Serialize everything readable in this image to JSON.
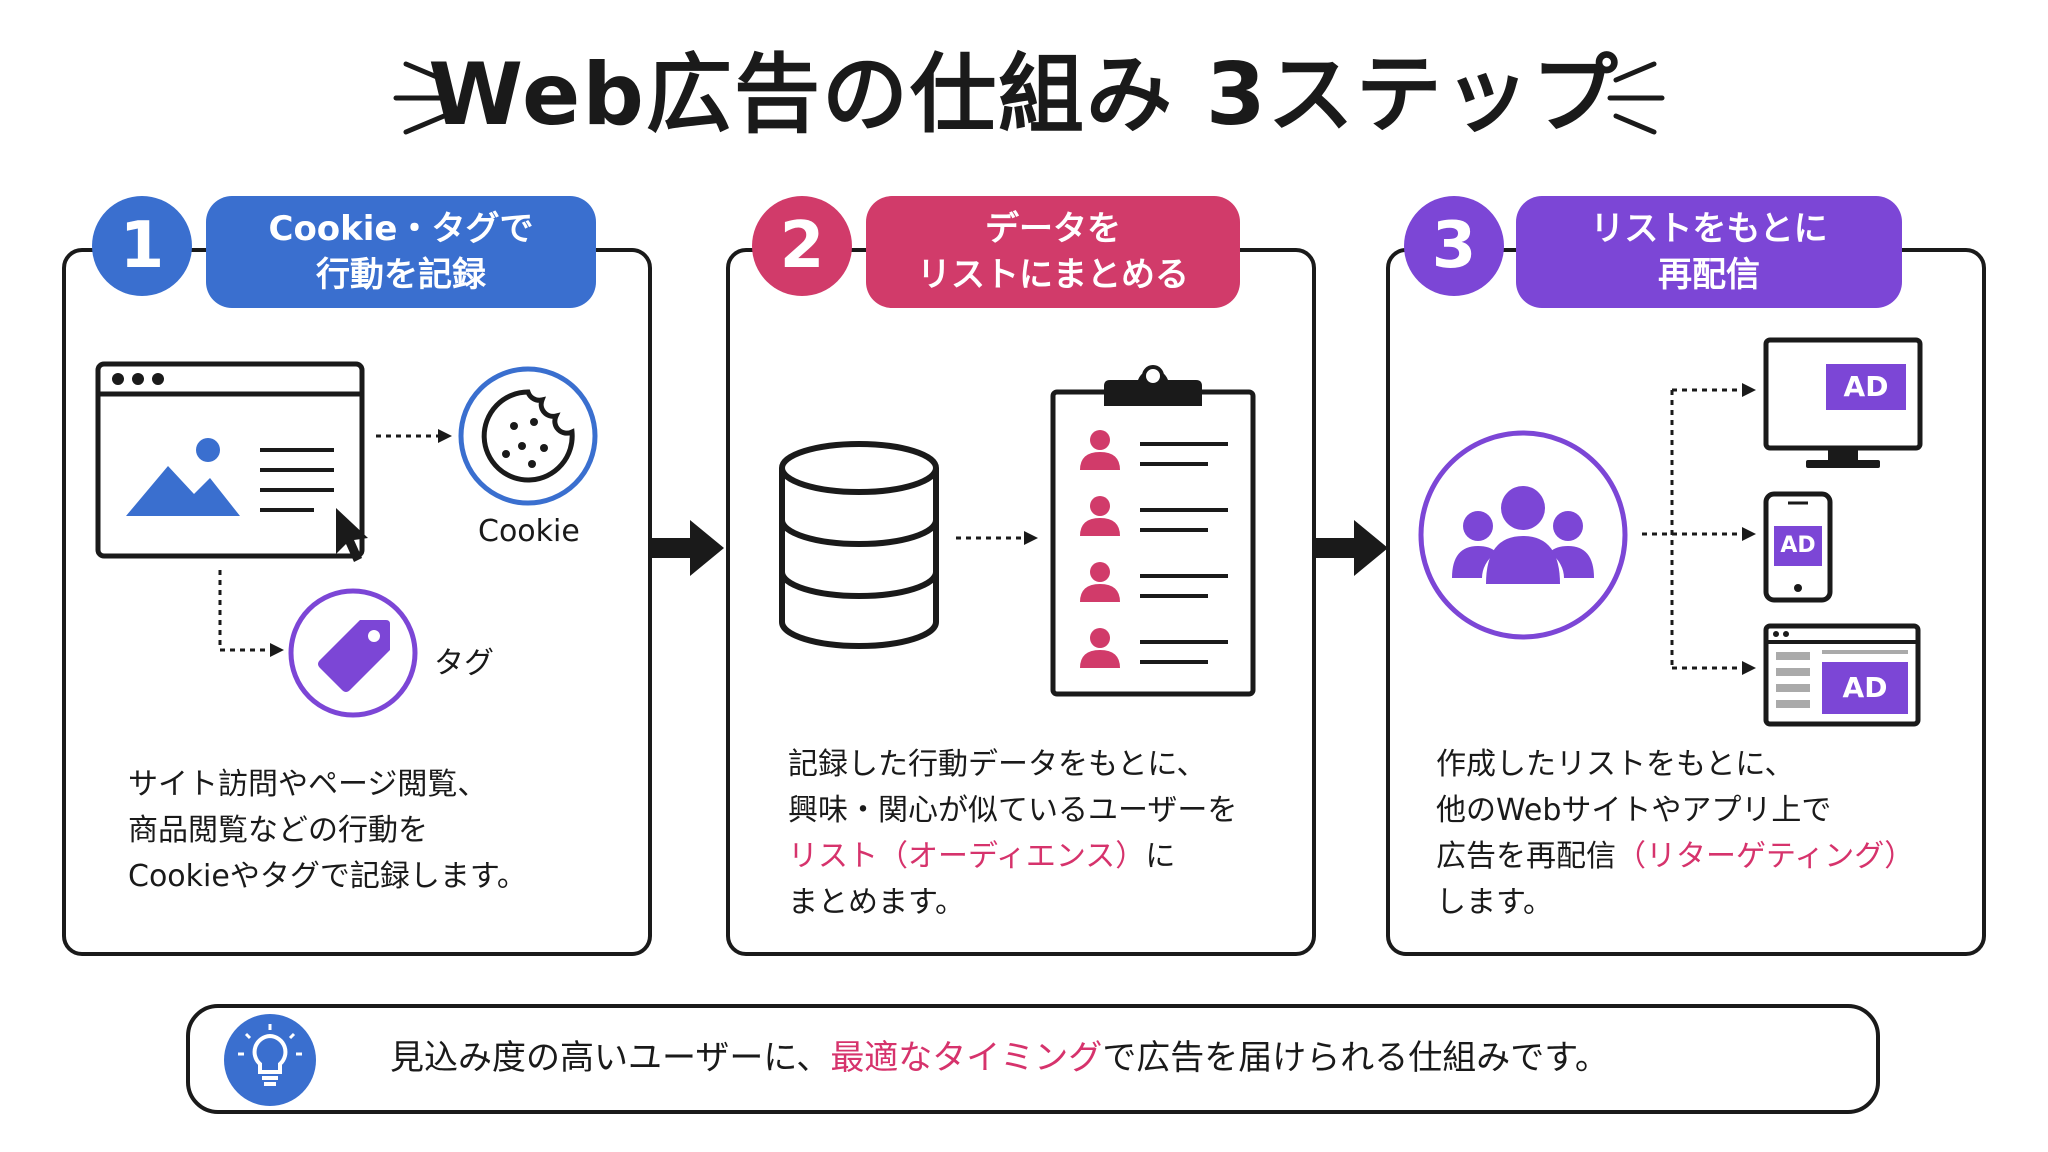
{
  "title": "Web広告の仕組み 3ステップ",
  "colors": {
    "step1": "#3a6fcf",
    "step2": "#d13b6a",
    "step3": "#7c46d6",
    "accent_pink": "#d6336c"
  },
  "steps": [
    {
      "number": "1",
      "label_line1": "Cookie・タグで",
      "label_line2": "行動を記録",
      "icons": {
        "cookie_label": "Cookie",
        "tag_label": "タグ"
      },
      "desc": [
        "サイト訪問やページ閲覧、",
        "商品閲覧などの行動を",
        "Cookieやタグで記録します。"
      ]
    },
    {
      "number": "2",
      "label_line1": "データを",
      "label_line2": "リストにまとめる",
      "desc_line1": "記録した行動データをもとに、",
      "desc_line2": "興味・関心が似ているユーザーを",
      "desc_line3_highlight": "リスト（オーディエンス）",
      "desc_line3_rest": "に",
      "desc_line4": "まとめます。"
    },
    {
      "number": "3",
      "label_line1": "リストをもとに",
      "label_line2": "再配信",
      "ad_label": "AD",
      "desc_line1": "作成したリストをもとに、",
      "desc_line2": "他のWebサイトやアプリ上で",
      "desc_line3_plain": "広告を再配信",
      "desc_line3_highlight": "（リターゲティング）",
      "desc_line4": "します。"
    }
  ],
  "bottom": {
    "text_before": "見込み度の高いユーザーに、",
    "text_highlight": "最適なタイミング",
    "text_after": "で広告を届けられる仕組みです。"
  }
}
